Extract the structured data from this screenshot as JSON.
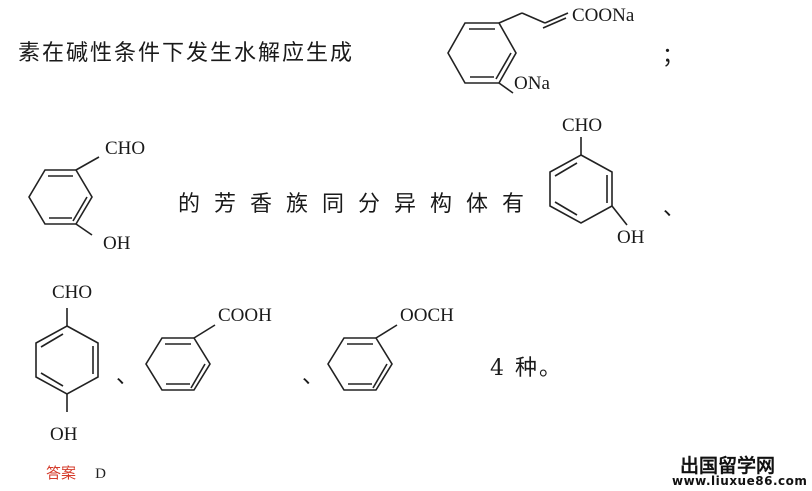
{
  "line1": {
    "text": "素在碱性条件下发生水解应生成",
    "sep": "；",
    "product": {
      "group_top": "COONa",
      "group_bottom": "ONa"
    }
  },
  "line2": {
    "reactant": {
      "group_top": "CHO",
      "group_bottom": "OH"
    },
    "text": "的芳香族同分异构体有",
    "isomer1": {
      "group_top": "CHO",
      "group_bottom": "OH"
    },
    "sep": "、"
  },
  "line3": {
    "isomer2": {
      "group_top": "CHO",
      "group_bottom": "OH"
    },
    "sep1": "、",
    "isomer3": {
      "group": "COOH"
    },
    "sep2": "、",
    "isomer4": {
      "group": "OOCH"
    },
    "count_text": "4 种。"
  },
  "answer": {
    "label": "答案",
    "value": "D"
  },
  "watermark": {
    "site_name": "出国留学网",
    "url": "www.liuxue86.com"
  }
}
